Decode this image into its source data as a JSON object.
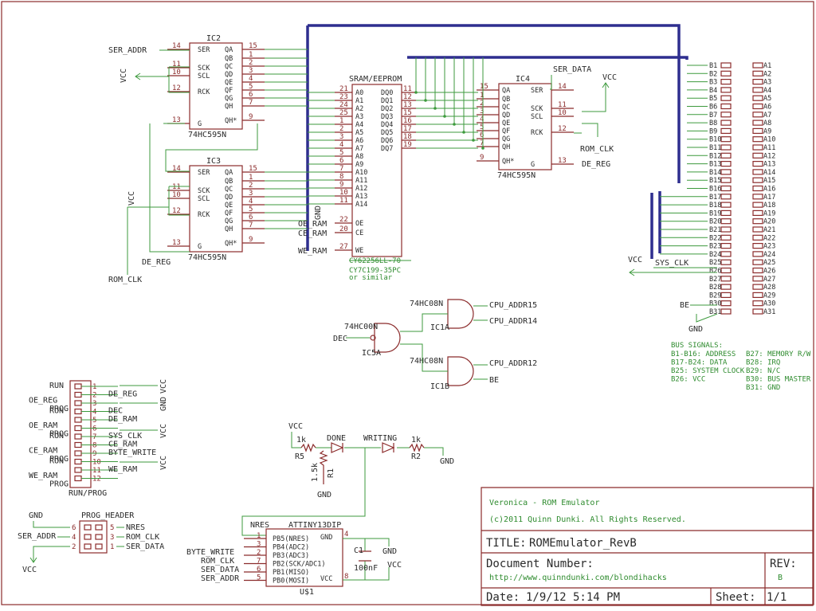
{
  "schematic": {
    "ic2": {
      "ref": "IC2",
      "part": "74HC595N",
      "left": [
        "SER",
        "SCK",
        "SCL",
        "RCK",
        "G"
      ],
      "left_nums": [
        "14",
        "11",
        "10",
        "12",
        "13"
      ],
      "right": [
        "QA",
        "QB",
        "QC",
        "QD",
        "QE",
        "QF",
        "QG",
        "QH",
        "QH*"
      ],
      "right_nums": [
        "15",
        "1",
        "2",
        "3",
        "4",
        "5",
        "6",
        "7",
        "9"
      ]
    },
    "ic3": {
      "ref": "IC3",
      "part": "74HC595N",
      "left": [
        "SER",
        "SCK",
        "SCL",
        "RCK",
        "G"
      ],
      "left_nums": [
        "14",
        "11",
        "10",
        "12",
        "13"
      ],
      "right": [
        "QA",
        "QB",
        "QC",
        "QD",
        "QE",
        "QF",
        "QG",
        "QH",
        "QH*"
      ],
      "right_nums": [
        "15",
        "1",
        "2",
        "3",
        "4",
        "5",
        "6",
        "7",
        "9"
      ]
    },
    "ic4": {
      "ref": "IC4",
      "part": "74HC595N",
      "left": [
        "QA",
        "QB",
        "QC",
        "QD",
        "QE",
        "QF",
        "QG",
        "QH",
        "QH*"
      ],
      "left_nums": [
        "15",
        "1",
        "2",
        "3",
        "4",
        "5",
        "6",
        "7",
        "9"
      ],
      "right": [
        "SER",
        "SCK",
        "SCL",
        "RCK",
        "G"
      ],
      "right_nums": [
        "14",
        "11",
        "10",
        "12",
        "13"
      ]
    },
    "sram": {
      "title": "SRAM/EEPROM",
      "part": "CY7C199-35PC",
      "note": "or similar",
      "struck": "CY62256LL-70",
      "addr": [
        "A0",
        "A1",
        "A2",
        "A3",
        "A4",
        "A5",
        "A6",
        "A7",
        "A8",
        "A9",
        "A10",
        "A11",
        "A12",
        "A13",
        "A14"
      ],
      "addr_nums": [
        "21",
        "23",
        "24",
        "25",
        "1",
        "2",
        "3",
        "4",
        "5",
        "6",
        "7",
        "8",
        "9",
        "10",
        "11"
      ],
      "data": [
        "DQ0",
        "DQ1",
        "DQ2",
        "DQ3",
        "DQ4",
        "DQ5",
        "DQ6",
        "DQ7"
      ],
      "data_nums": [
        "11",
        "12",
        "13",
        "15",
        "16",
        "17",
        "18",
        "19"
      ],
      "ctl": [
        "OE",
        "CE",
        "WE"
      ],
      "ctl_nums": [
        "22",
        "20",
        "27"
      ]
    },
    "nets": {
      "ser_addr": "SER_ADDR",
      "ser_data": "SER_DATA",
      "rom_clk": "ROM_CLK",
      "de_reg": "DE_REG",
      "oe_ram": "OE_RAM",
      "ce_ram": "CE_RAM",
      "we_ram": "WE_RAM",
      "sys_clk": "SYS_CLK",
      "vcc": "VCC",
      "gnd": "GND",
      "dec": "DEC",
      "be": "BE",
      "cpu_addr15": "CPU_ADDR15",
      "cpu_addr14": "CPU_ADDR14",
      "cpu_addr12": "CPU_ADDR12",
      "byte_write": "BYTE_WRITE",
      "run": "RUN",
      "prog": "PROG",
      "oe_reg": "OE_REG",
      "oe_ram_j": "OE_RAM",
      "ce_ram_j": "CE_RAM",
      "we_ram_j": "WE_RAM",
      "nres": "NRES",
      "de_ram": "DE_RAM"
    },
    "gates": {
      "ic1a": "IC1A",
      "ic1b": "IC1B",
      "ic5a": "IC5A",
      "p08": "74HC08N",
      "p00": "74HC00N"
    },
    "bus": {
      "b_labels": [
        "B1",
        "B2",
        "B3",
        "B4",
        "B5",
        "B6",
        "B7",
        "B8",
        "B9",
        "B10",
        "B11",
        "B12",
        "B13",
        "B14",
        "B15",
        "B16",
        "B17",
        "B18",
        "B19",
        "B20",
        "B21",
        "B22",
        "B23",
        "B24",
        "B25",
        "B26",
        "B27",
        "B28",
        "B29",
        "B30",
        "B31"
      ],
      "a_labels": [
        "A1",
        "A2",
        "A3",
        "A4",
        "A5",
        "A6",
        "A7",
        "A8",
        "A9",
        "A10",
        "A11",
        "A12",
        "A13",
        "A14",
        "A15",
        "A16",
        "A17",
        "A18",
        "A19",
        "A20",
        "A21",
        "A22",
        "A23",
        "A24",
        "A25",
        "A26",
        "A27",
        "A28",
        "A29",
        "A30",
        "A31"
      ],
      "signals_title": "BUS SIGNALS:",
      "signals_left": [
        "B1-B16: ADDRESS",
        "B17-B24: DATA",
        "B25: SYSTEM CLOCK",
        "B26: VCC"
      ],
      "signals_right": [
        "B27: MEMORY R/W",
        "B28: IRQ",
        "B29: N/C",
        "B30: BUS MASTER",
        "B31: GND"
      ]
    },
    "runprog": {
      "title": "RUN/PROG",
      "pins": [
        "1",
        "2",
        "3",
        "4",
        "5",
        "6",
        "7",
        "8",
        "9",
        "10",
        "11",
        "12"
      ],
      "right_labels": [
        "",
        "DE_REG",
        "",
        "DEC",
        "DE_RAM",
        "",
        "SYS_CLK",
        "CE_RAM",
        "BYTE_WRITE",
        "",
        "WE_RAM",
        ""
      ]
    },
    "leds": {
      "done": "DONE",
      "writing": "WRITING",
      "r5": "R5",
      "r5v": "1k",
      "r2": "R2",
      "r2v": "1k",
      "r1": "R1",
      "r1v": "1.5k"
    },
    "attiny": {
      "title": "ATTINY13DIP",
      "ref": "U$1",
      "pins": [
        "PB5(NRES)",
        "PB4(ADC2)",
        "PB3(ADC3)",
        "PB2(SCK/ADC1)",
        "PB1(MISO)",
        "PB0(MOSI)"
      ],
      "nums": [
        "1",
        "3",
        "2",
        "7",
        "6",
        "5"
      ],
      "gnd": "GND",
      "vcc": "VCC",
      "gnd_n": "4",
      "vcc_n": "8",
      "cap": "C1",
      "capv": "100nF"
    },
    "prog_header": {
      "title": "PROG_HEADER",
      "left_nums": [
        "6",
        "4",
        "2"
      ],
      "right_nums": [
        "5",
        "3",
        "1"
      ],
      "right_labels": [
        "NRES",
        "ROM_CLK",
        "SER_DATA"
      ]
    }
  },
  "title_block": {
    "project": "Veronica - ROM Emulator",
    "copyright": "(c)2011 Quinn Dunki. All Rights Reserved.",
    "title_label": "TITLE:",
    "title": "ROMEmulator_RevB",
    "docnum_label": "Document Number:",
    "url": "http://www.quinndunki.com/blondihacks",
    "rev_label": "REV:",
    "rev": "B",
    "date_label": "Date:",
    "date": "1/9/12 5:14 PM",
    "sheet_label": "Sheet:",
    "sheet": "1/1"
  }
}
